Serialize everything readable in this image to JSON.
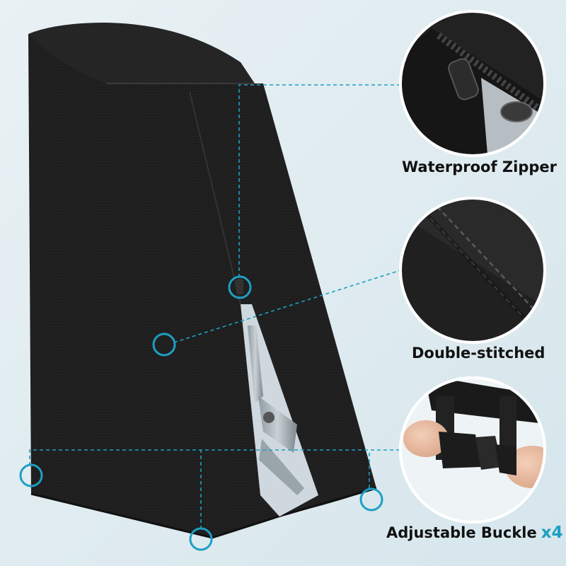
{
  "features": {
    "zipper": {
      "label": "Waterproof Zipper"
    },
    "stitching": {
      "label": "Double-stitched"
    },
    "buckle": {
      "label": "Adjustable Buckle",
      "quantity": "x4"
    }
  },
  "colors": {
    "accent": "#1d9fc4",
    "cover": "#1a1a1a",
    "background": "#dde9ee"
  }
}
